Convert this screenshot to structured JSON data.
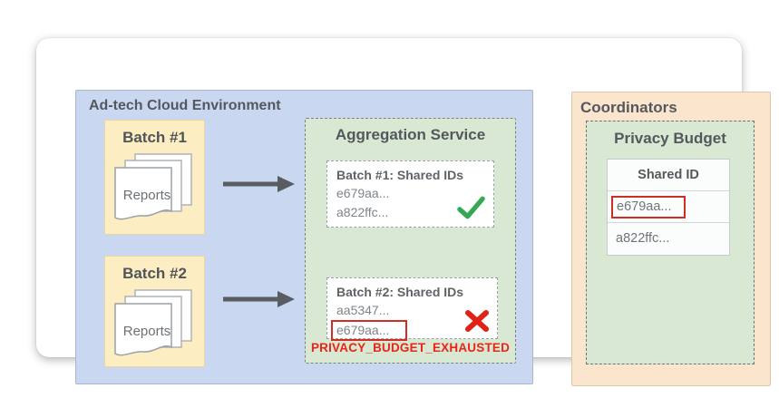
{
  "env": {
    "title": "Ad-tech Cloud Environment",
    "batches": [
      {
        "label": "Batch #1",
        "doc_label": "Reports"
      },
      {
        "label": "Batch #2",
        "doc_label": "Reports"
      }
    ]
  },
  "aggregation": {
    "title": "Aggregation Service",
    "results": [
      {
        "title": "Batch #1: Shared IDs",
        "rows": [
          {
            "text": "e679aa...",
            "flagged": false
          },
          {
            "text": "a822ffc...",
            "flagged": false
          }
        ],
        "status": "success"
      },
      {
        "title": "Batch #2: Shared IDs",
        "rows": [
          {
            "text": "aa5347...",
            "flagged": false
          },
          {
            "text": "e679aa...",
            "flagged": true
          }
        ],
        "status": "rejected"
      }
    ],
    "error_label": "PRIVACY_BUDGET_EXHAUSTED"
  },
  "coordinators": {
    "title": "Coordinators",
    "privacy_budget": {
      "title": "Privacy Budget",
      "table": {
        "header": "Shared ID",
        "rows": [
          {
            "value": "e679aa...",
            "flagged": true
          },
          {
            "value": "a822ffc...",
            "flagged": false
          }
        ]
      }
    }
  },
  "colors": {
    "env_panel": "#c9d8f0",
    "batch_box": "#fcedc2",
    "service_box": "#d9e8d2",
    "coordinators_box": "#fce5cd",
    "success_green": "#34a853",
    "error_red": "#e02318",
    "flag_outline_red": "#cf2e24"
  }
}
